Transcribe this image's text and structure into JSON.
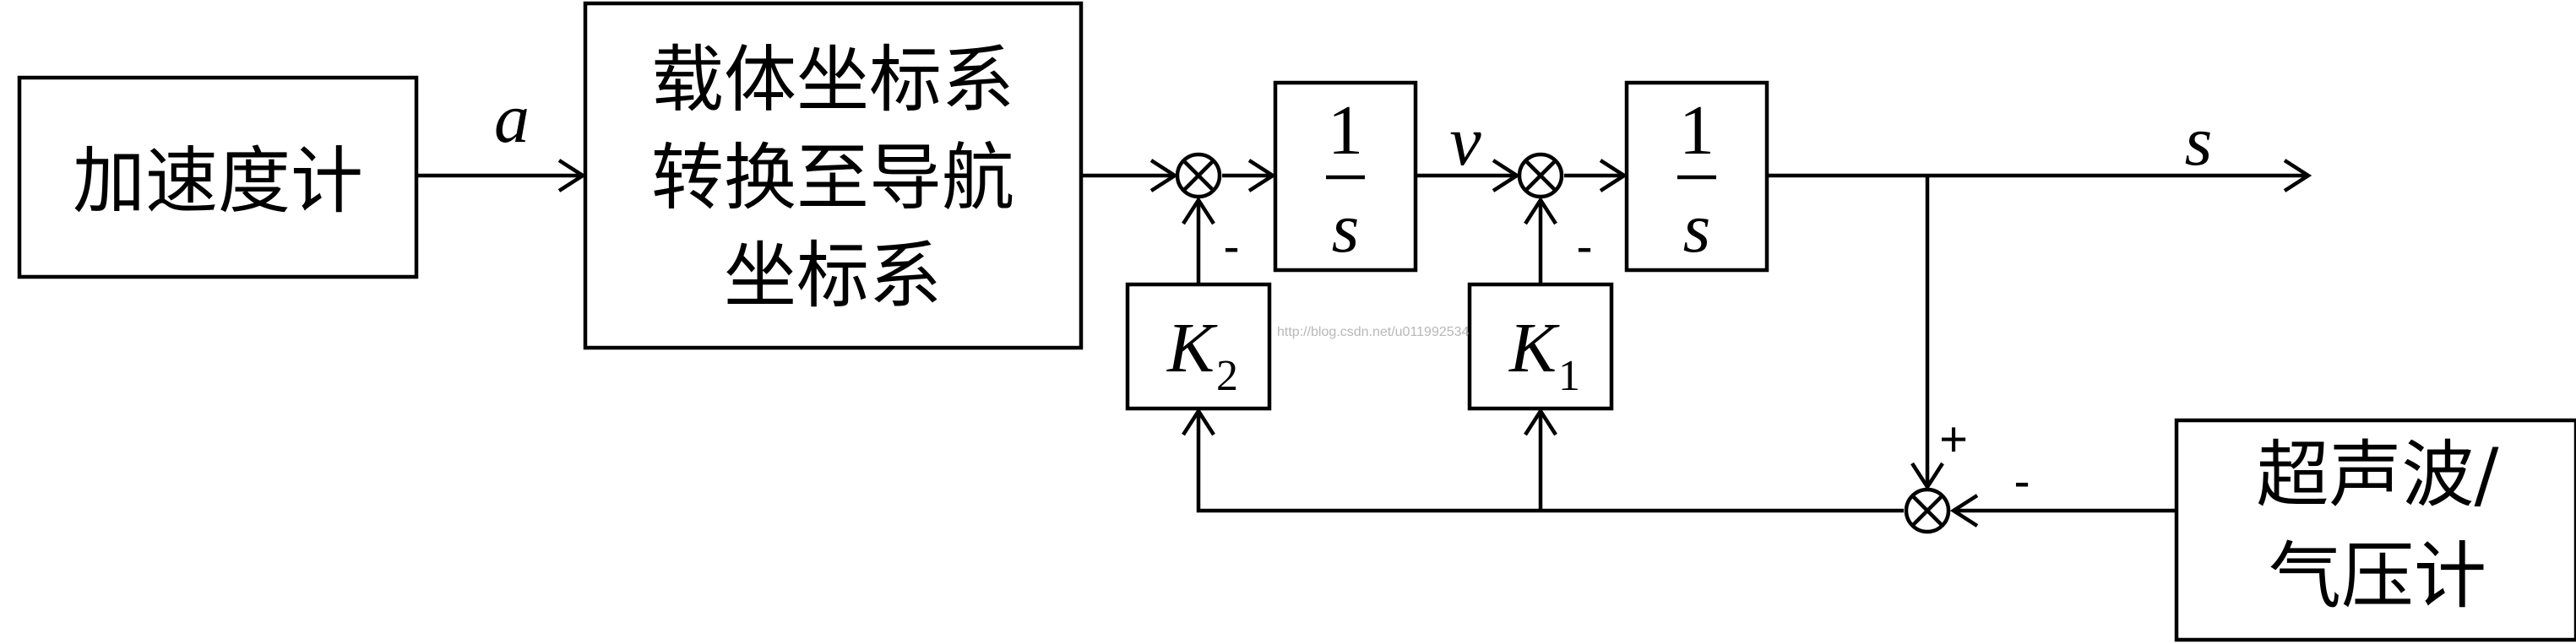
{
  "blocks": {
    "accelerometer": "加速度计",
    "transform_line1": "载体坐标系",
    "transform_line2": "转换至导航",
    "transform_line3": "坐标系",
    "integrator": {
      "numerator": "1",
      "denominator": "s"
    },
    "gain_k2": {
      "symbol": "K",
      "subscript": "2"
    },
    "gain_k1": {
      "symbol": "K",
      "subscript": "1"
    },
    "sensor_line1": "超声波/",
    "sensor_line2": "气压计"
  },
  "signals": {
    "acceleration": "a",
    "velocity": "v",
    "position": "s"
  },
  "signs": {
    "minus": "-",
    "plus": "+"
  },
  "watermark": "http://blog.csdn.net/u011992534"
}
